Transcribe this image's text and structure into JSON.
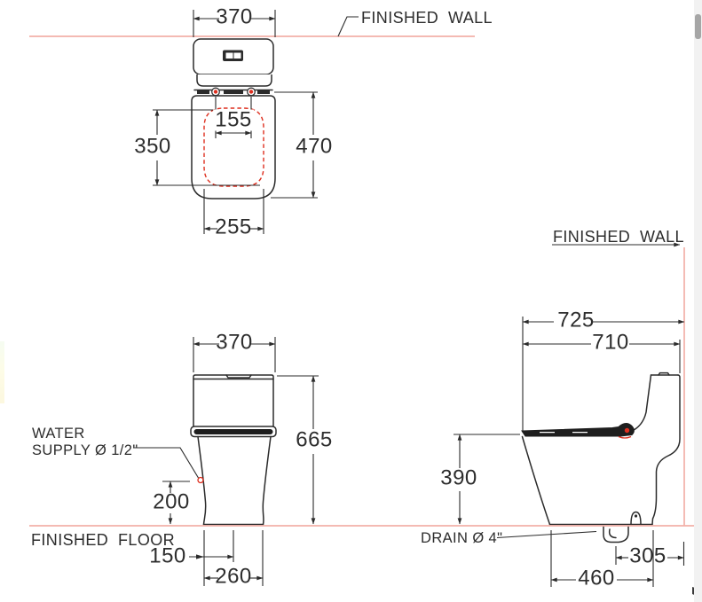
{
  "labels": {
    "finished_wall_top": "FINISHED  WALL",
    "finished_wall_side": "FINISHED  WALL",
    "finished_floor": "FINISHED  FLOOR",
    "water_supply_line1": "WATER",
    "water_supply_line2": "SUPPLY Ø 1/2\"",
    "drain": "DRAIN Ø 4\""
  },
  "dimensions": {
    "top_view": {
      "overall_width": "370",
      "bolt_spacing": "155",
      "seat_inner_length": "350",
      "seat_length": "470",
      "seat_inner_width": "255"
    },
    "front_view": {
      "tank_width": "370",
      "overall_height": "665",
      "water_supply_height": "200",
      "water_supply_offset": "150",
      "base_width": "260"
    },
    "side_view": {
      "overall_depth": "725",
      "body_depth": "710",
      "rim_height": "390",
      "drain_to_wall": "305",
      "base_depth": "460"
    }
  },
  "colors": {
    "line": "#2b2b2b",
    "reference_line": "#f2b1a8",
    "accent_red": "#de2f1f",
    "scrollbar_track": "#f2f2f2",
    "scrollbar_thumb": "#a6a6a6"
  }
}
